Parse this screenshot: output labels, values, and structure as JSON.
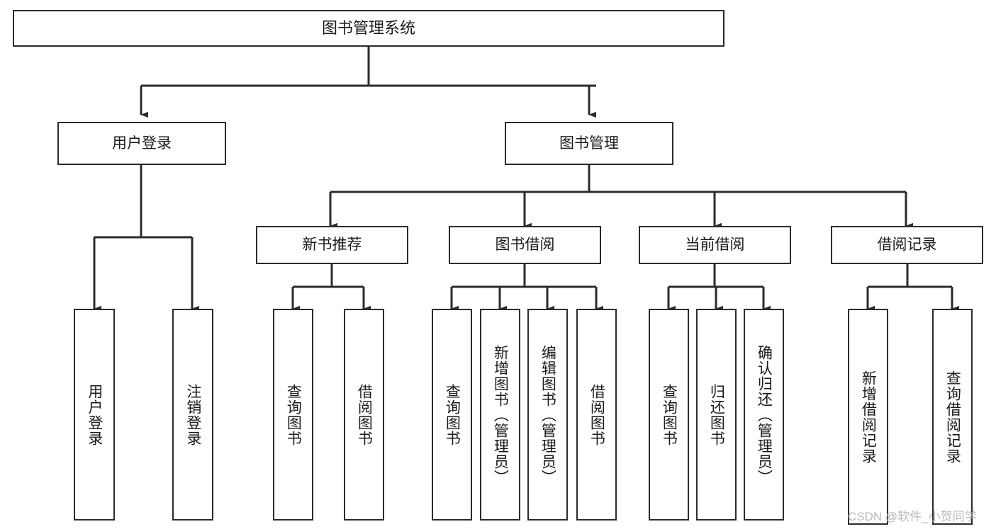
{
  "diagram": {
    "title": "图书管理系统",
    "type": "tree-hierarchy-chart",
    "watermark": "CSDN @软件_小贺同学",
    "colors": {
      "stroke": "#2b2b2b",
      "fill": "#ffffff",
      "text": "#1a1a1a",
      "watermark": "#b9b9b9"
    },
    "levels": {
      "root": {
        "label": "图书管理系统"
      },
      "level2": [
        {
          "id": "user-login",
          "label": "用户登录"
        },
        {
          "id": "book-manage",
          "label": "图书管理"
        }
      ],
      "level3": [
        {
          "id": "new-book-recommend",
          "label": "新书推荐"
        },
        {
          "id": "book-borrow",
          "label": "图书借阅"
        },
        {
          "id": "current-borrow",
          "label": "当前借阅"
        },
        {
          "id": "borrow-record",
          "label": "借阅记录"
        }
      ],
      "leaves": {
        "user_login": [
          {
            "id": "leaf-user-login",
            "label": "用户登录"
          },
          {
            "id": "leaf-logout-login",
            "label": "注销登录"
          }
        ],
        "new_book_recommend": [
          {
            "id": "leaf-query-book-1",
            "label": "查询图书"
          },
          {
            "id": "leaf-borrow-book-1",
            "label": "借阅图书"
          }
        ],
        "book_borrow": [
          {
            "id": "leaf-query-book-2",
            "label": "查询图书"
          },
          {
            "id": "leaf-add-book",
            "label": "新增图书（管理员）"
          },
          {
            "id": "leaf-edit-book",
            "label": "编辑图书（管理员）"
          },
          {
            "id": "leaf-borrow-book-2",
            "label": "借阅图书"
          }
        ],
        "current_borrow": [
          {
            "id": "leaf-query-book-3",
            "label": "查询图书"
          },
          {
            "id": "leaf-return-book",
            "label": "归还图书"
          },
          {
            "id": "leaf-confirm-return",
            "label": "确认归还（管理员）"
          }
        ],
        "borrow_record": [
          {
            "id": "leaf-add-borrow-record",
            "label": "新增借阅记录"
          },
          {
            "id": "leaf-query-borrow-record",
            "label": "查询借阅记录"
          }
        ]
      }
    }
  }
}
